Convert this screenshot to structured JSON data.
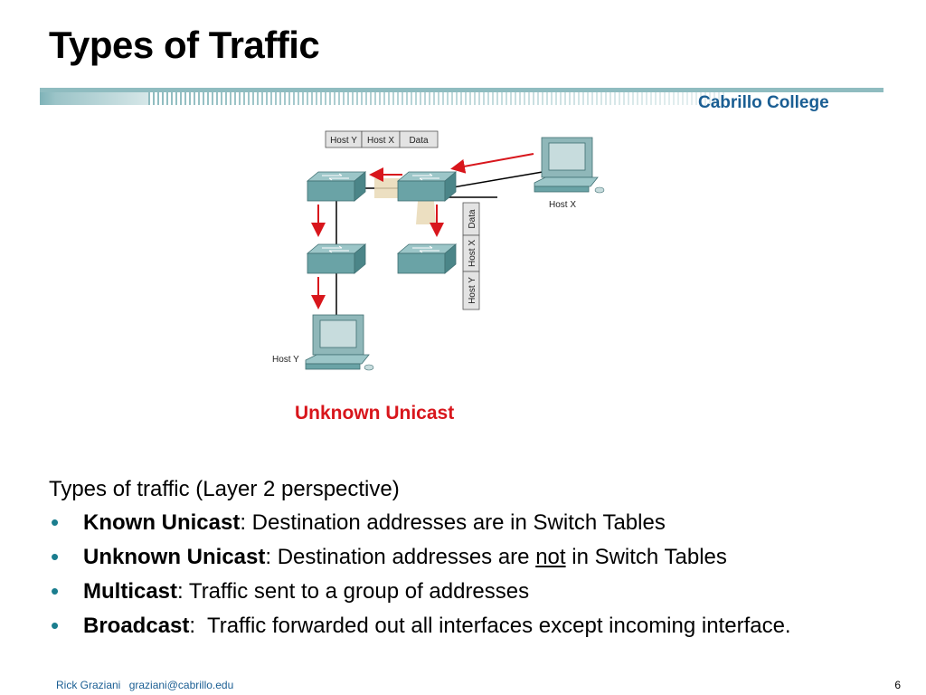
{
  "slide": {
    "title": "Types of Traffic",
    "college": "Cabrillo College",
    "caption": "Unknown Unicast",
    "intro": "Types of traffic (Layer 2 perspective)",
    "bullets": [
      {
        "term": "Known Unicast",
        "sep": ":",
        "text_before": " Destination addresses are in Switch Tables",
        "underlined": "",
        "text_after": ""
      },
      {
        "term": "Unknown Unicast",
        "sep": ":",
        "text_before": " Destination addresses are ",
        "underlined": "not",
        "text_after": " in Switch Tables"
      },
      {
        "term": "Multicast",
        "sep": ":",
        "text_before": " Traffic sent to a group of addresses",
        "underlined": "",
        "text_after": ""
      },
      {
        "term": "Broadcast",
        "sep": ":",
        "text_before": "  Traffic forwarded out all interfaces except incoming interface.",
        "underlined": "",
        "text_after": ""
      }
    ],
    "footer_author": "Rick Graziani",
    "footer_email": "graziani@cabrillo.edu",
    "page_number": "6"
  },
  "diagram": {
    "frame_top": [
      "Host Y",
      "Host X",
      "Data"
    ],
    "frame_side": [
      "Data",
      "Host X",
      "Host Y"
    ],
    "host_x_label": "Host X",
    "host_y_label": "Host Y",
    "icons": [
      "switch-icon",
      "computer-icon",
      "arrow-icon"
    ],
    "colors": {
      "switch": "#6aa3a6",
      "arrow": "#d8161c",
      "frame": "#e3e3e3",
      "accent": "#1a7d8e",
      "college": "#1a5e93"
    }
  }
}
